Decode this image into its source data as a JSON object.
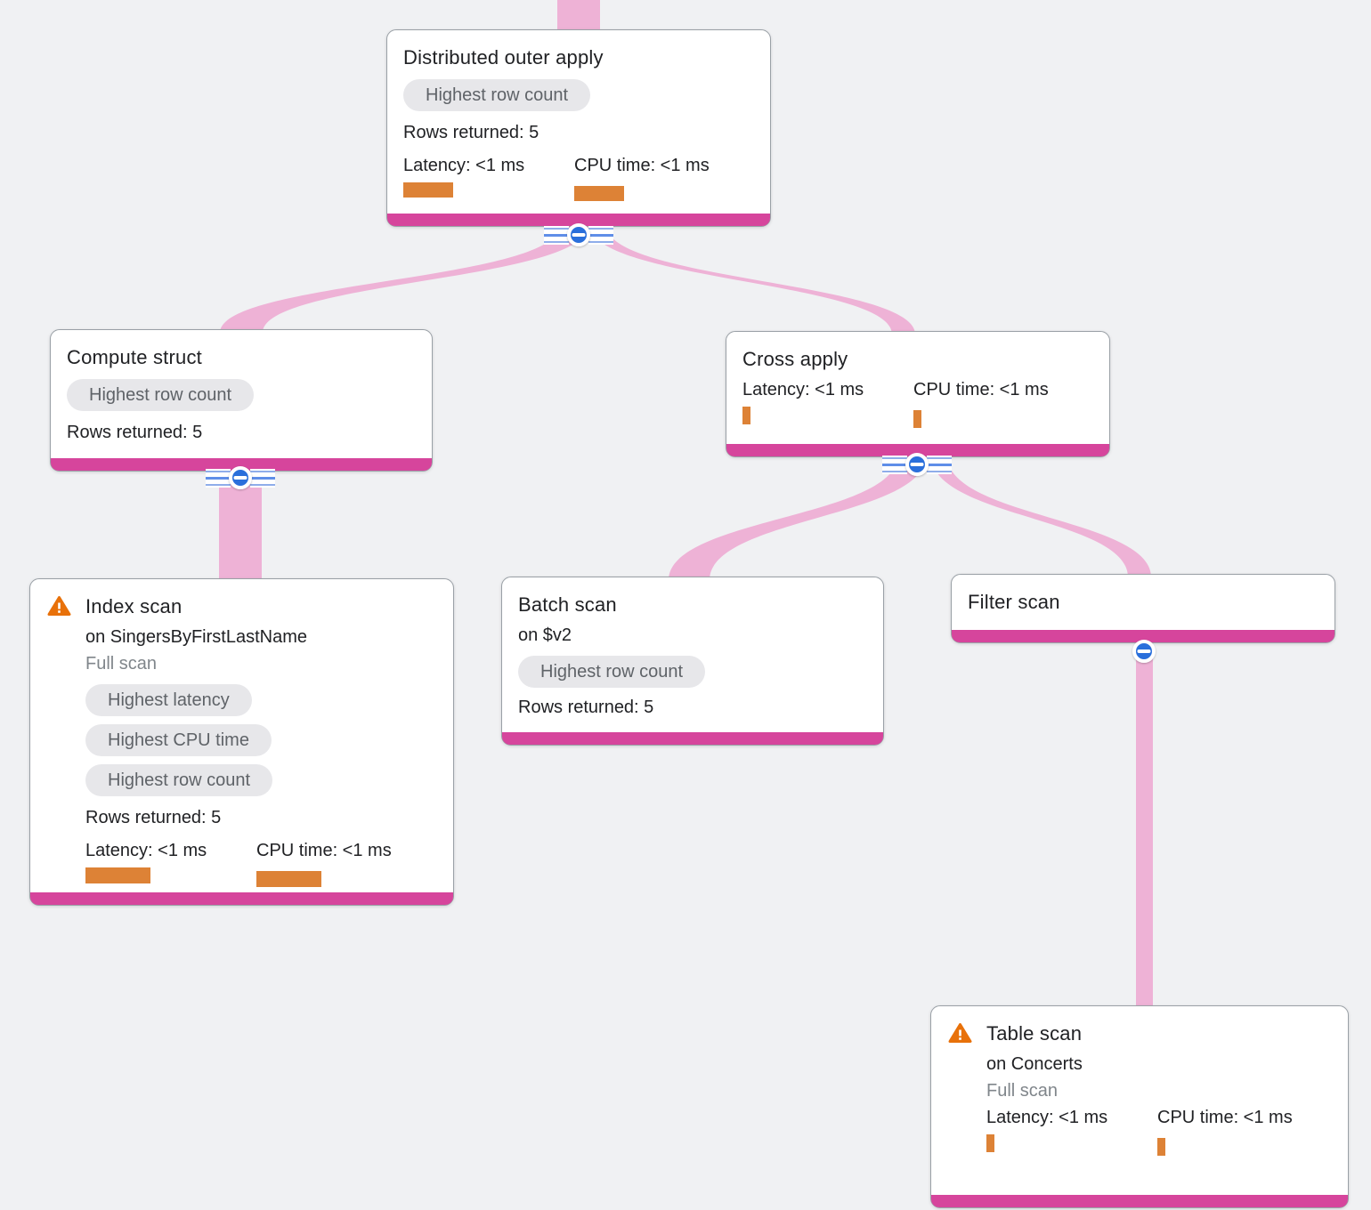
{
  "colors": {
    "bg": "#f0f1f3",
    "card-bg": "#ffffff",
    "card-border": "#9aa0a6",
    "accent-pink": "#d6459c",
    "edge-pink": "#eeb2d6",
    "accent-blue": "#2a6fdb",
    "stripe-blue": "#8fadea",
    "bar-orange": "#dd8236",
    "badge-bg": "#e7e7ea",
    "badge-text": "#5f6368",
    "text-dark": "#202124",
    "text-muted": "#80868b",
    "warning-orange": "#e8710a"
  },
  "nodes": [
    {
      "title": "Distributed outer apply",
      "badges": [
        "Highest row count"
      ],
      "rows_returned": "Rows returned: 5",
      "metrics": [
        {
          "label": "Latency: <1 ms"
        },
        {
          "label": "CPU time: <1 ms"
        }
      ]
    },
    {
      "title": "Compute struct",
      "badges": [
        "Highest row count"
      ],
      "rows_returned": "Rows returned: 5"
    },
    {
      "title": "Cross apply",
      "metrics": [
        {
          "label": "Latency: <1 ms"
        },
        {
          "label": "CPU time: <1 ms"
        }
      ]
    },
    {
      "title": "Index scan",
      "has_warning": true,
      "subtitle": "on SingersByFirstLastName",
      "scan_type": "Full scan",
      "badges": [
        "Highest latency",
        "Highest CPU time",
        "Highest row count"
      ],
      "rows_returned": "Rows returned: 5",
      "metrics": [
        {
          "label": "Latency: <1 ms"
        },
        {
          "label": "CPU time: <1 ms"
        }
      ]
    },
    {
      "title": "Batch scan",
      "subtitle": "on $v2",
      "badges": [
        "Highest row count"
      ],
      "rows_returned": "Rows returned: 5"
    },
    {
      "title": "Filter scan"
    },
    {
      "title": "Table scan",
      "has_warning": true,
      "subtitle": "on Concerts",
      "scan_type": "Full scan",
      "metrics": [
        {
          "label": "Latency: <1 ms"
        },
        {
          "label": "CPU time: <1 ms"
        }
      ]
    }
  ],
  "edges": [
    {
      "from": "(root)",
      "to": "Distributed outer apply"
    },
    {
      "from": "Distributed outer apply",
      "to": "Compute struct"
    },
    {
      "from": "Distributed outer apply",
      "to": "Cross apply"
    },
    {
      "from": "Compute struct",
      "to": "Index scan"
    },
    {
      "from": "Cross apply",
      "to": "Batch scan"
    },
    {
      "from": "Cross apply",
      "to": "Filter scan"
    },
    {
      "from": "Filter scan",
      "to": "Table scan"
    }
  ]
}
